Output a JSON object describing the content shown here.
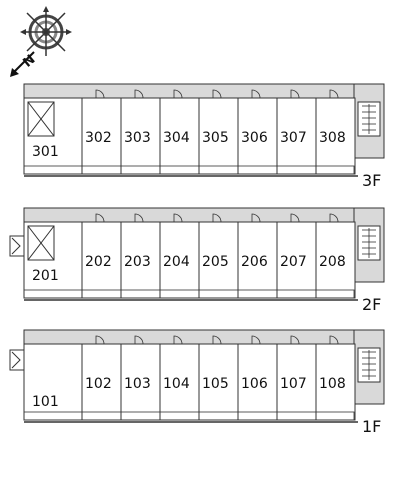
{
  "compass": {
    "north_letter": "N",
    "icon": "compass-rose-icon"
  },
  "floors": [
    {
      "label": "3F",
      "rooms": [
        "301",
        "302",
        "303",
        "304",
        "305",
        "306",
        "307",
        "308"
      ]
    },
    {
      "label": "2F",
      "rooms": [
        "201",
        "202",
        "203",
        "204",
        "205",
        "206",
        "207",
        "208"
      ]
    },
    {
      "label": "1F",
      "rooms": [
        "101",
        "102",
        "103",
        "104",
        "105",
        "106",
        "107",
        "108"
      ]
    }
  ],
  "colors": {
    "corridor": "#d9d9d9",
    "line": "#333333",
    "background": "#ffffff"
  }
}
